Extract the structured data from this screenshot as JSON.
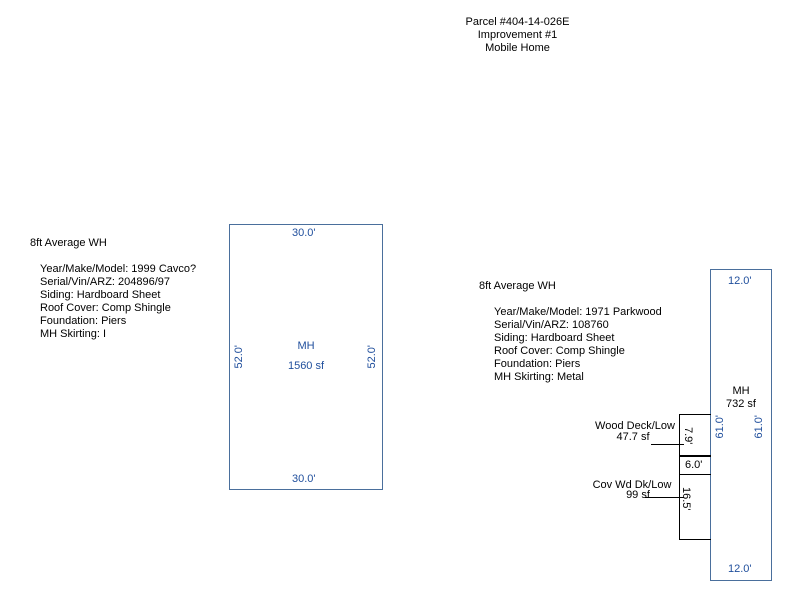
{
  "header": {
    "parcel": "Parcel #404-14-026E",
    "improvement": "Improvement #1",
    "type": "Mobile  Home"
  },
  "wh1": {
    "title": "8ft Average WH",
    "lines": [
      "Year/Make/Model: 1999 Cavco?",
      "Serial/Vin/ARZ: 204896/97",
      "Siding: Hardboard Sheet",
      "Roof Cover: Comp Shingle",
      "Foundation: Piers",
      "MH Skirting: I"
    ]
  },
  "wh2": {
    "title": "8ft Average WH",
    "lines": [
      "Year/Make/Model: 1971 Parkwood",
      "Serial/Vin/ARZ: 108760",
      "Siding: Hardboard Sheet",
      "Roof Cover: Comp Shingle",
      "Foundation: Piers",
      "MH Skirting: Metal"
    ]
  },
  "mh1": {
    "label": "MH",
    "area": "1560 sf",
    "top": "30.0'",
    "bottom": "30.0'",
    "left": "52.0'",
    "right": "52.0'"
  },
  "mh2": {
    "label": "MH",
    "area": "732 sf",
    "top": "12.0'",
    "bottom": "12.0'",
    "left": "61.0'",
    "right": "61.0'"
  },
  "deck": {
    "label": "Wood Deck/Low",
    "area": "47.7 sf",
    "side": "7.9'",
    "width": "6.0'"
  },
  "covdeck": {
    "label": "Cov Wd Dk/Low",
    "area": "99 sf",
    "side": "16.5'"
  },
  "colors": {
    "line": "#4a6f9c",
    "dim_text": "#1f4e9c"
  }
}
